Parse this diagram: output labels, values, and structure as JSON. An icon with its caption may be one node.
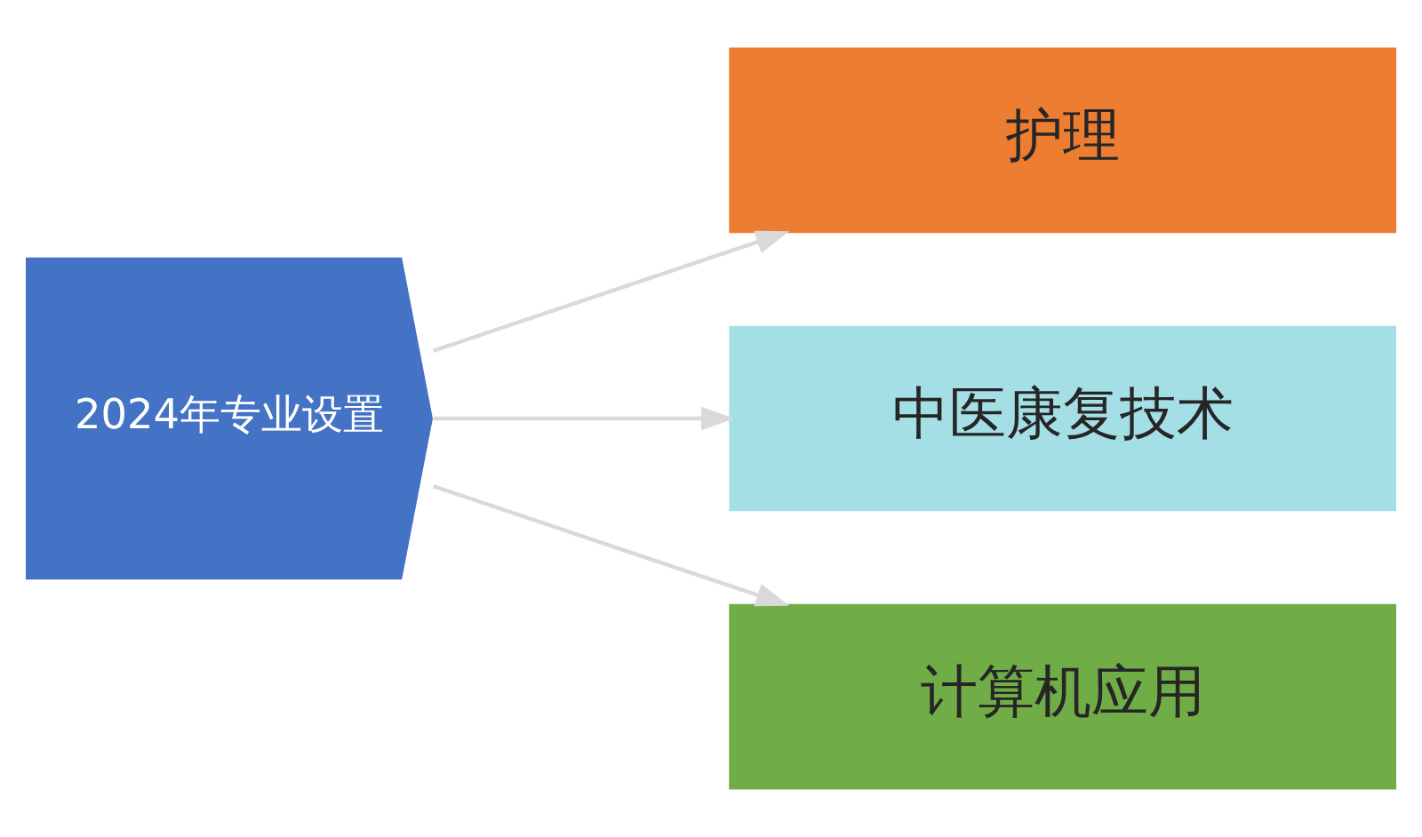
{
  "diagram": {
    "nodes": [
      {
        "text": [
          "2024年专业设置"
        ]
      },
      {
        "text": [
          "护理"
        ]
      },
      {
        "text": [
          "中医康复技术"
        ]
      },
      {
        "text": [
          "计算机应用"
        ]
      }
    ],
    "edges": [
      {
        "from": 0,
        "to": 1,
        "arrow": "to"
      },
      {
        "from": 0,
        "to": 2,
        "arrow": "to"
      },
      {
        "from": 0,
        "to": 3,
        "arrow": "to"
      }
    ]
  }
}
